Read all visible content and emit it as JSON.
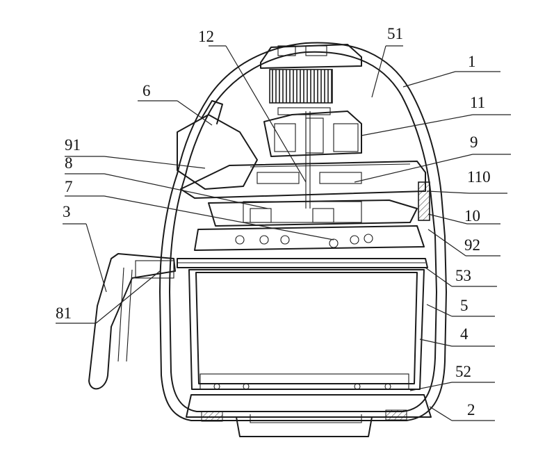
{
  "figure": {
    "description_labels": [
      "12",
      "51",
      "1",
      "6",
      "11",
      "91",
      "9",
      "8",
      "110",
      "7",
      "10",
      "3",
      "92",
      "53",
      "81",
      "5",
      "4",
      "52",
      "2"
    ]
  },
  "labels": {
    "l12": "12",
    "l51": "51",
    "l1": "1",
    "l6": "6",
    "l11": "11",
    "l91": "91",
    "l9": "9",
    "l8": "8",
    "l110": "110",
    "l7": "7",
    "l10": "10",
    "l3": "3",
    "l92": "92",
    "l53": "53",
    "l81": "81",
    "l5": "5",
    "l4": "4",
    "l52": "52",
    "l2": "2"
  }
}
